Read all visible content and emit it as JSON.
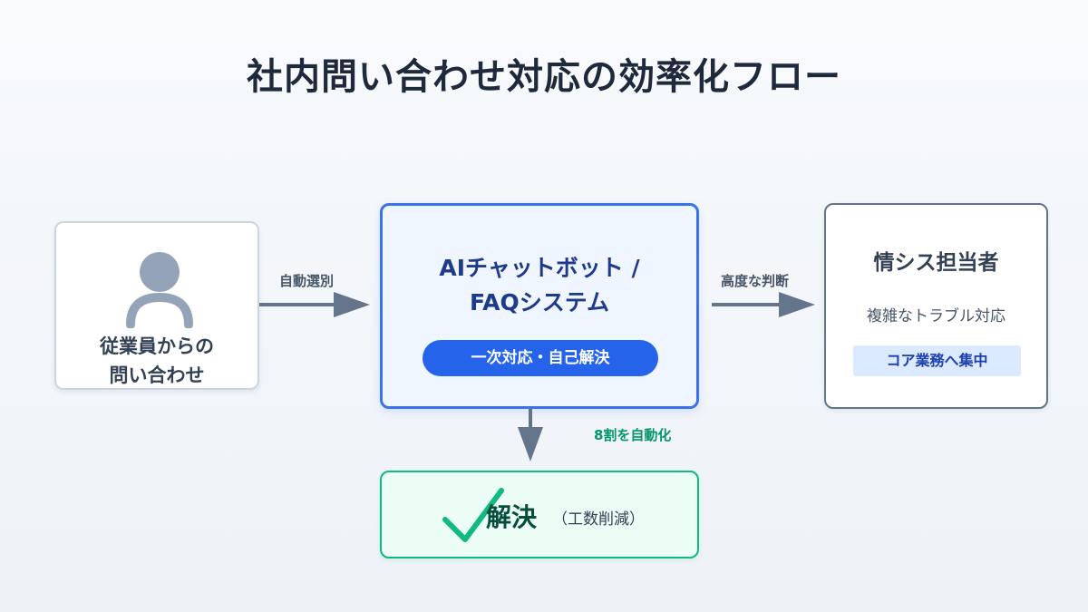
{
  "title": "社内問い合わせ対応の効率化フロー",
  "nodes": {
    "user": {
      "label_line1": "従業員からの",
      "label_line2": "問い合わせ",
      "icon": "person-icon"
    },
    "ai": {
      "title_line1": "AIチャットボット /",
      "title_line2": "FAQシステム",
      "badge": "一次対応・自己解決"
    },
    "staff": {
      "title": "情シス担当者",
      "description": "複雑なトラブル対応",
      "tag": "コア業務へ集中"
    },
    "result": {
      "icon": "checkmark-icon",
      "label": "解決",
      "note": "（工数削減）"
    }
  },
  "edges": {
    "user_to_ai": "自動選別",
    "ai_to_staff": "高度な判断",
    "ai_to_result": "8割を自動化"
  },
  "colors": {
    "primary": "#2563eb",
    "ai_border": "#3b73e6",
    "success": "#10b981",
    "success_text": "#059669",
    "arrow": "#64748b",
    "title": "#1e293b"
  }
}
